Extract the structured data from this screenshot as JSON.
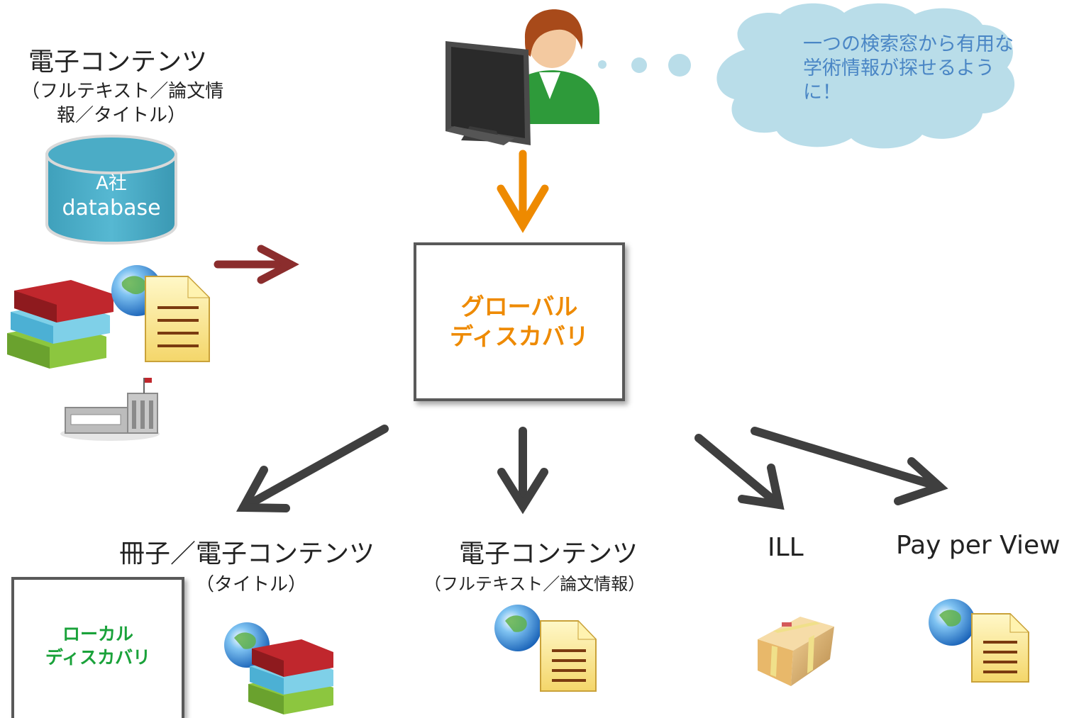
{
  "source": {
    "title": "電子コンテンツ",
    "subtitle_line1": "（フルテキスト／論文情",
    "subtitle_line2": "報／タイトル）",
    "database_label_line1": "A社",
    "database_label_line2": "database"
  },
  "user": {
    "thought_text": "一つの検索窓から有用な学術情報が探せるように！"
  },
  "global_discovery": {
    "line1": "グローバル",
    "line2": "ディスカバリ",
    "color": "#ee8a00"
  },
  "local_discovery": {
    "line1": "ローカル",
    "line2": "ディスカバリ",
    "color": "#1aa23a"
  },
  "outputs": [
    {
      "title": "冊子／電子コンテンツ",
      "subtitle": "（タイトル）",
      "icon": "books-globe-icon"
    },
    {
      "title": "電子コンテンツ",
      "subtitle": "（フルテキスト／論文情報）",
      "icon": "globe-document-icon"
    },
    {
      "title": "ILL",
      "icon": "package-box-icon"
    },
    {
      "title": "Pay per View",
      "icon": "globe-document-icon"
    }
  ],
  "colors": {
    "user_arrow": "#ee8a00",
    "source_arrow": "#8b2d2d",
    "output_arrow": "#3f3f3f",
    "cloud": "#b9dde9",
    "database": "#4bacc6"
  }
}
